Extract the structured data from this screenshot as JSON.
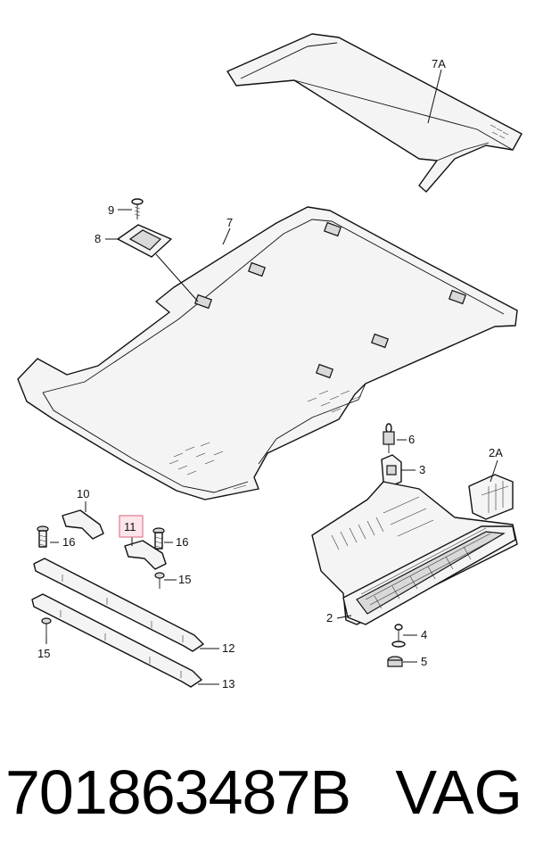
{
  "diagram": {
    "callouts": {
      "c7a": "7A",
      "c7": "7",
      "c9": "9",
      "c8": "8",
      "c6": "6",
      "c3": "3",
      "c2a": "2A",
      "c10": "10",
      "c11": "11",
      "c16a": "16",
      "c16b": "16",
      "c15a": "15",
      "c15b": "15",
      "c12": "12",
      "c13": "13",
      "c2": "2",
      "c4": "4",
      "c5": "5"
    },
    "highlighted_callout": "11",
    "highlight_color": "#e07a90"
  },
  "footer": {
    "part_number": "701863487B",
    "brand": "VAG"
  }
}
